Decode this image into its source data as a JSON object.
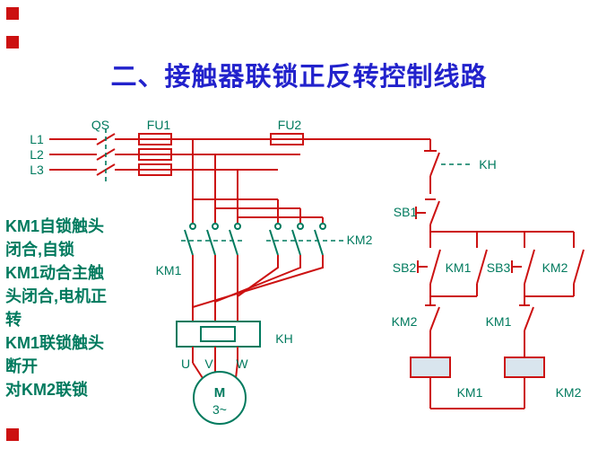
{
  "title": "二、接触器联锁正反转控制线路",
  "colors": {
    "red": "#cc1111",
    "teal": "#007a5e",
    "blue": "#2222cc"
  },
  "sidebar": {
    "lines": [
      "KM1自锁触头",
      "闭合,自锁",
      "KM1动合主触",
      "头闭合,电机正",
      "转",
      "KM1联锁触头",
      "断开",
      "对KM2联锁"
    ]
  },
  "labels": {
    "l1": "L1",
    "l2": "L2",
    "l3": "L3",
    "qs": "QS",
    "fu1": "FU1",
    "fu2": "FU2",
    "km1_main": "KM1",
    "km2_main": "KM2",
    "kh_box": "KH",
    "kh_contact": "KH",
    "u": "U",
    "v": "V",
    "w": "W",
    "motor": "M",
    "motor_phase": "3~",
    "sb1": "SB1",
    "sb2": "SB2",
    "sb3": "SB3",
    "km1_aux": "KM1",
    "km2_aux": "KM2",
    "km2_interlock": "KM2",
    "km1_interlock": "KM1",
    "km1_coil": "KM1",
    "km2_coil": "KM2"
  }
}
